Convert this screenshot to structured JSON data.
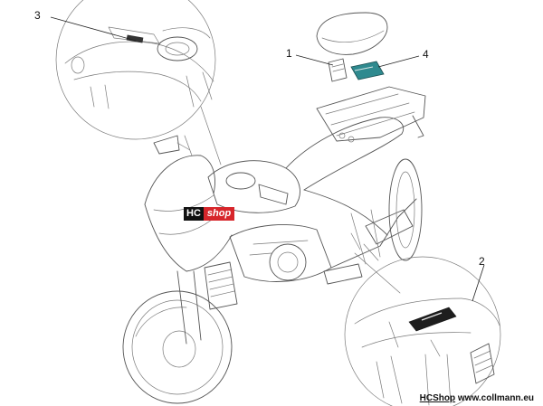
{
  "callouts": {
    "c1": "1",
    "c2": "2",
    "c3": "3",
    "c4": "4"
  },
  "logo": {
    "hc": "HC",
    "shop": "shop"
  },
  "footer": {
    "brand": "HCShop",
    "url": "www.collmann.eu"
  },
  "colors": {
    "logo_red": "#d7262b",
    "logo_black": "#111111",
    "line": "#7a7a7a"
  }
}
